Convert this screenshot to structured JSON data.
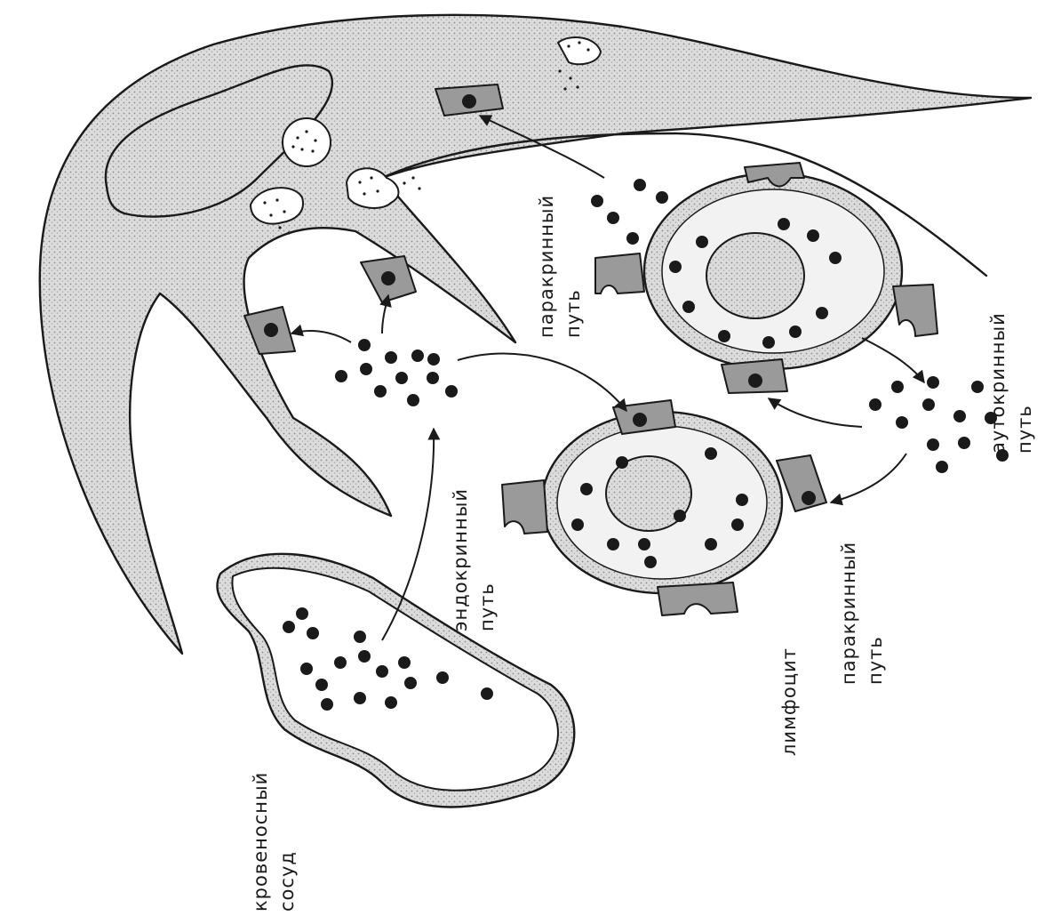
{
  "labels": {
    "blood_vessel": [
      "кровеносный",
      "сосуд"
    ],
    "endocrine": [
      "эндокринный",
      "путь"
    ],
    "paracrine_top": [
      "паракринный",
      "путь"
    ],
    "autocrine": [
      "аутокринный",
      "путь"
    ],
    "paracrine_bottom": [
      "паракринный",
      "путь"
    ],
    "lymphocyte": "лимфоцит"
  },
  "colors": {
    "ink": "#1a1a1a",
    "shading": "#9a9a9a",
    "background": "#ffffff"
  }
}
